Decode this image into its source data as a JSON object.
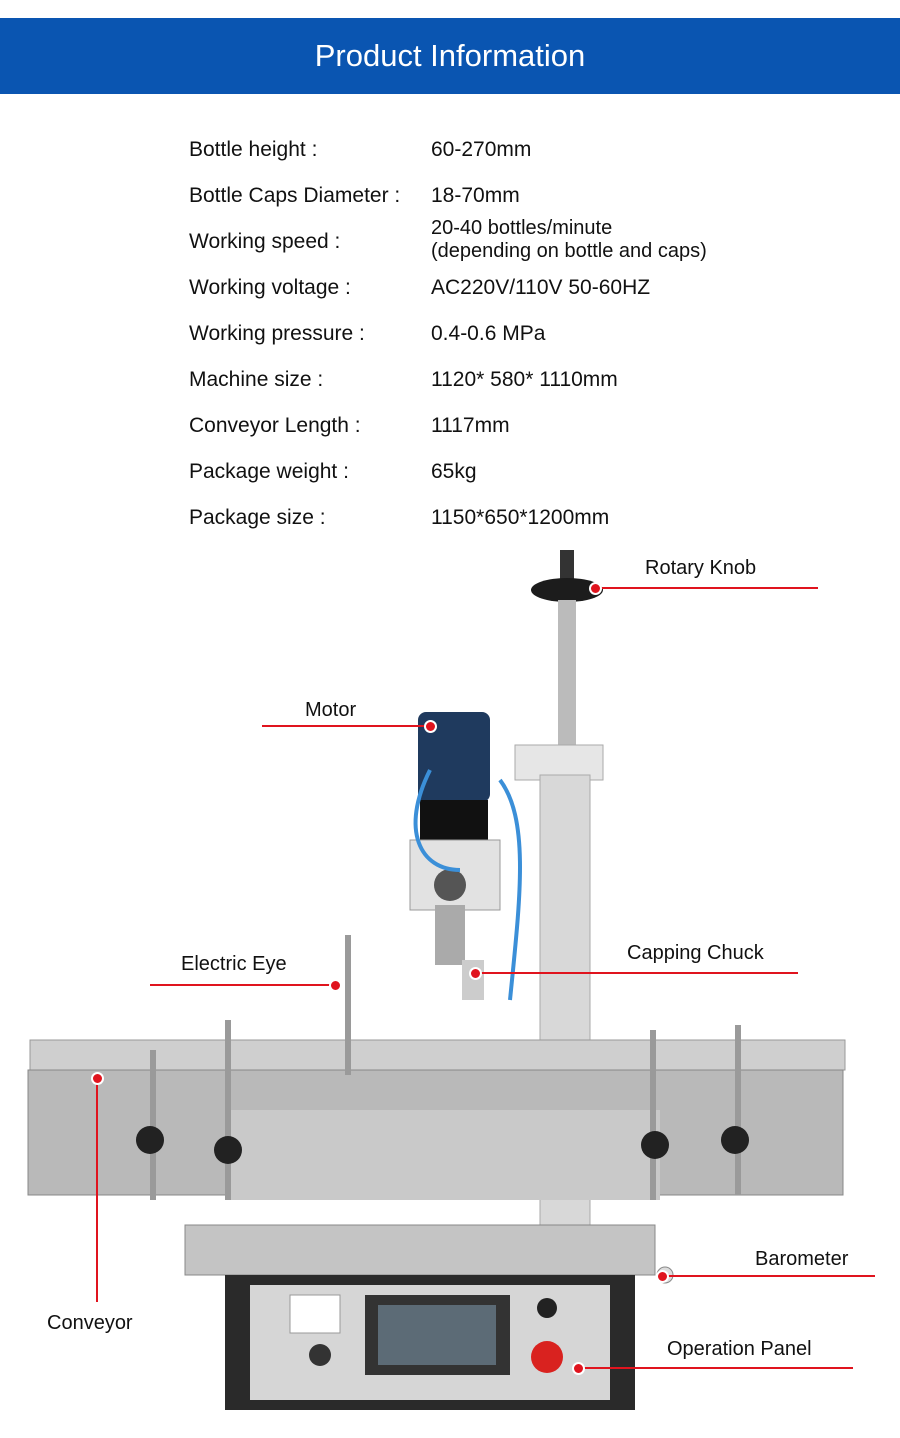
{
  "header": {
    "title": "Product Information"
  },
  "specs": [
    {
      "label": "Bottle height :",
      "value": "60-270mm"
    },
    {
      "label": "Bottle Caps Diameter :",
      "value": "18-70mm"
    },
    {
      "label": "Working speed :",
      "value": "20-40 bottles/minute",
      "value2": "(depending on bottle and caps)"
    },
    {
      "label": "Working voltage :",
      "value": "AC220V/110V 50-60HZ"
    },
    {
      "label": "Working pressure :",
      "value": "0.4-0.6 MPa"
    },
    {
      "label": "Machine size :",
      "value": "1120* 580* 1110mm"
    },
    {
      "label": "Conveyor Length :",
      "value": "1117mm"
    },
    {
      "label": "Package weight :",
      "value": "65kg"
    },
    {
      "label": "Package size  :",
      "value": "1150*650*1200mm"
    }
  ],
  "callouts": {
    "rotary_knob": "Rotary Knob",
    "motor": "Motor",
    "electric_eye": "Electric Eye",
    "capping_chuck": "Capping Chuck",
    "conveyor": "Conveyor",
    "barometer": "Barometer",
    "operation_panel": "Operation Panel"
  },
  "colors": {
    "header": "#0a55b1",
    "callout_line": "#e0141e"
  }
}
